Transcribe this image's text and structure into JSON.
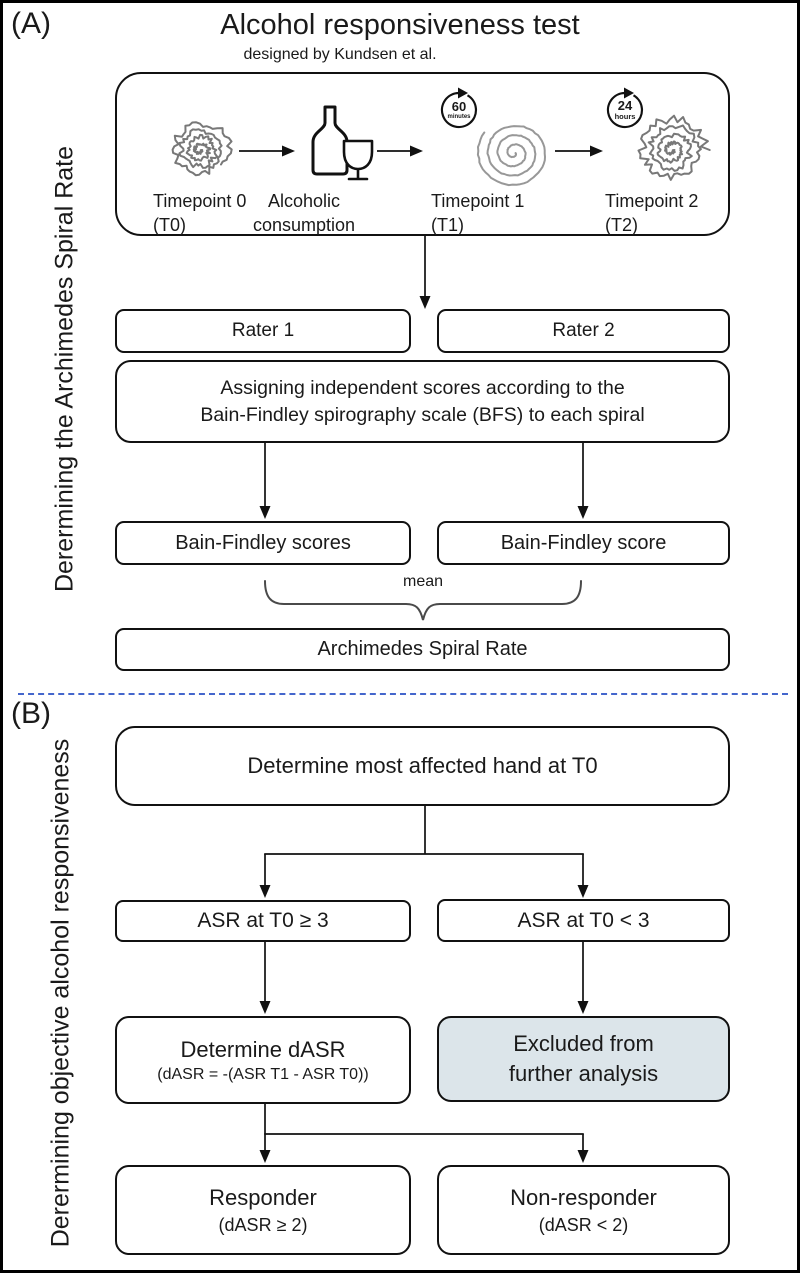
{
  "panel_a": {
    "label": "(A)",
    "title": "Alcohol responsiveness test",
    "subtitle": "designed by Kundsen et al.",
    "side_label": "Derermining the Archimedes Spiral Rate",
    "protocol": {
      "steps": [
        {
          "icon": "messy-spiral-icon",
          "label_line1": "Timepoint 0",
          "label_line2": "(T0)"
        },
        {
          "icon": "wine-bottle-glass-icon",
          "label_line1": "Alcoholic",
          "label_line2": "consumption"
        },
        {
          "icon": "neat-spiral-icon",
          "label_line1": "Timepoint 1",
          "label_line2": "(T1)",
          "badge_value": "60",
          "badge_unit": "minutes"
        },
        {
          "icon": "messy-spiral-icon",
          "label_line1": "Timepoint 2",
          "label_line2": "(T2)",
          "badge_value": "24",
          "badge_unit": "hours"
        }
      ]
    },
    "rater1": "Rater 1",
    "rater2": "Rater 2",
    "assign_line1": "Assigning independent scores according to the",
    "assign_line2": "Bain-Findley spirography scale (BFS) to each spiral",
    "bf_left": "Bain-Findley scores",
    "bf_right": "Bain-Findley score",
    "mean_label": "mean",
    "asr_box": "Archimedes Spiral Rate"
  },
  "panel_b": {
    "label": "(B)",
    "side_label": "Derermining objective alcohol responsiveness",
    "determine_hand": "Determine most affected hand at T0",
    "asr_ge3": "ASR at T0 ≥ 3",
    "asr_lt3": "ASR at T0 < 3",
    "dasr_title": "Determine dASR",
    "dasr_formula": "(dASR = -(ASR T1 - ASR T0))",
    "excluded_line1": "Excluded from",
    "excluded_line2": "further analysis",
    "responder_title": "Responder",
    "responder_sub": "(dASR ≥ 2)",
    "nonresponder_title": "Non-responder",
    "nonresponder_sub": "(dASR < 2)"
  },
  "colors": {
    "divider_blue": "#4466cc",
    "excluded_fill": "#dce5ea",
    "line_black": "#111111",
    "spiral_messy": "#787878",
    "spiral_neat": "#989898",
    "brace_gray": "#4a4a4a"
  }
}
